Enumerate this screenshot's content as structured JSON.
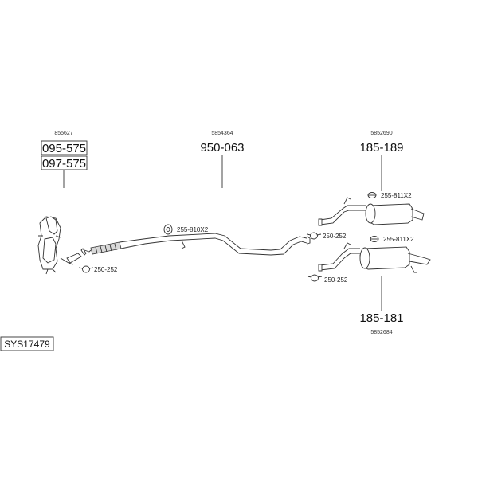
{
  "diagram": {
    "system_code": "SYS17479",
    "parts": {
      "catalyst": {
        "oe_number": "855627",
        "part_numbers": [
          "095-575",
          "097-575"
        ]
      },
      "middle_pipe": {
        "oe_number": "5854364",
        "part_number": "950-063"
      },
      "rear_silencer_upper": {
        "oe_number": "5852690",
        "part_number": "185-189"
      },
      "rear_silencer_lower": {
        "oe_number": "5852684",
        "part_number": "185-181"
      }
    },
    "accessories": {
      "clamp_front": "250-252",
      "hanger_middle": "255-810X2",
      "clamp_upper": "250-252",
      "hanger_upper": "255-811X2",
      "hanger_lower": "255-811X2",
      "clamp_lower": "250-252"
    }
  }
}
